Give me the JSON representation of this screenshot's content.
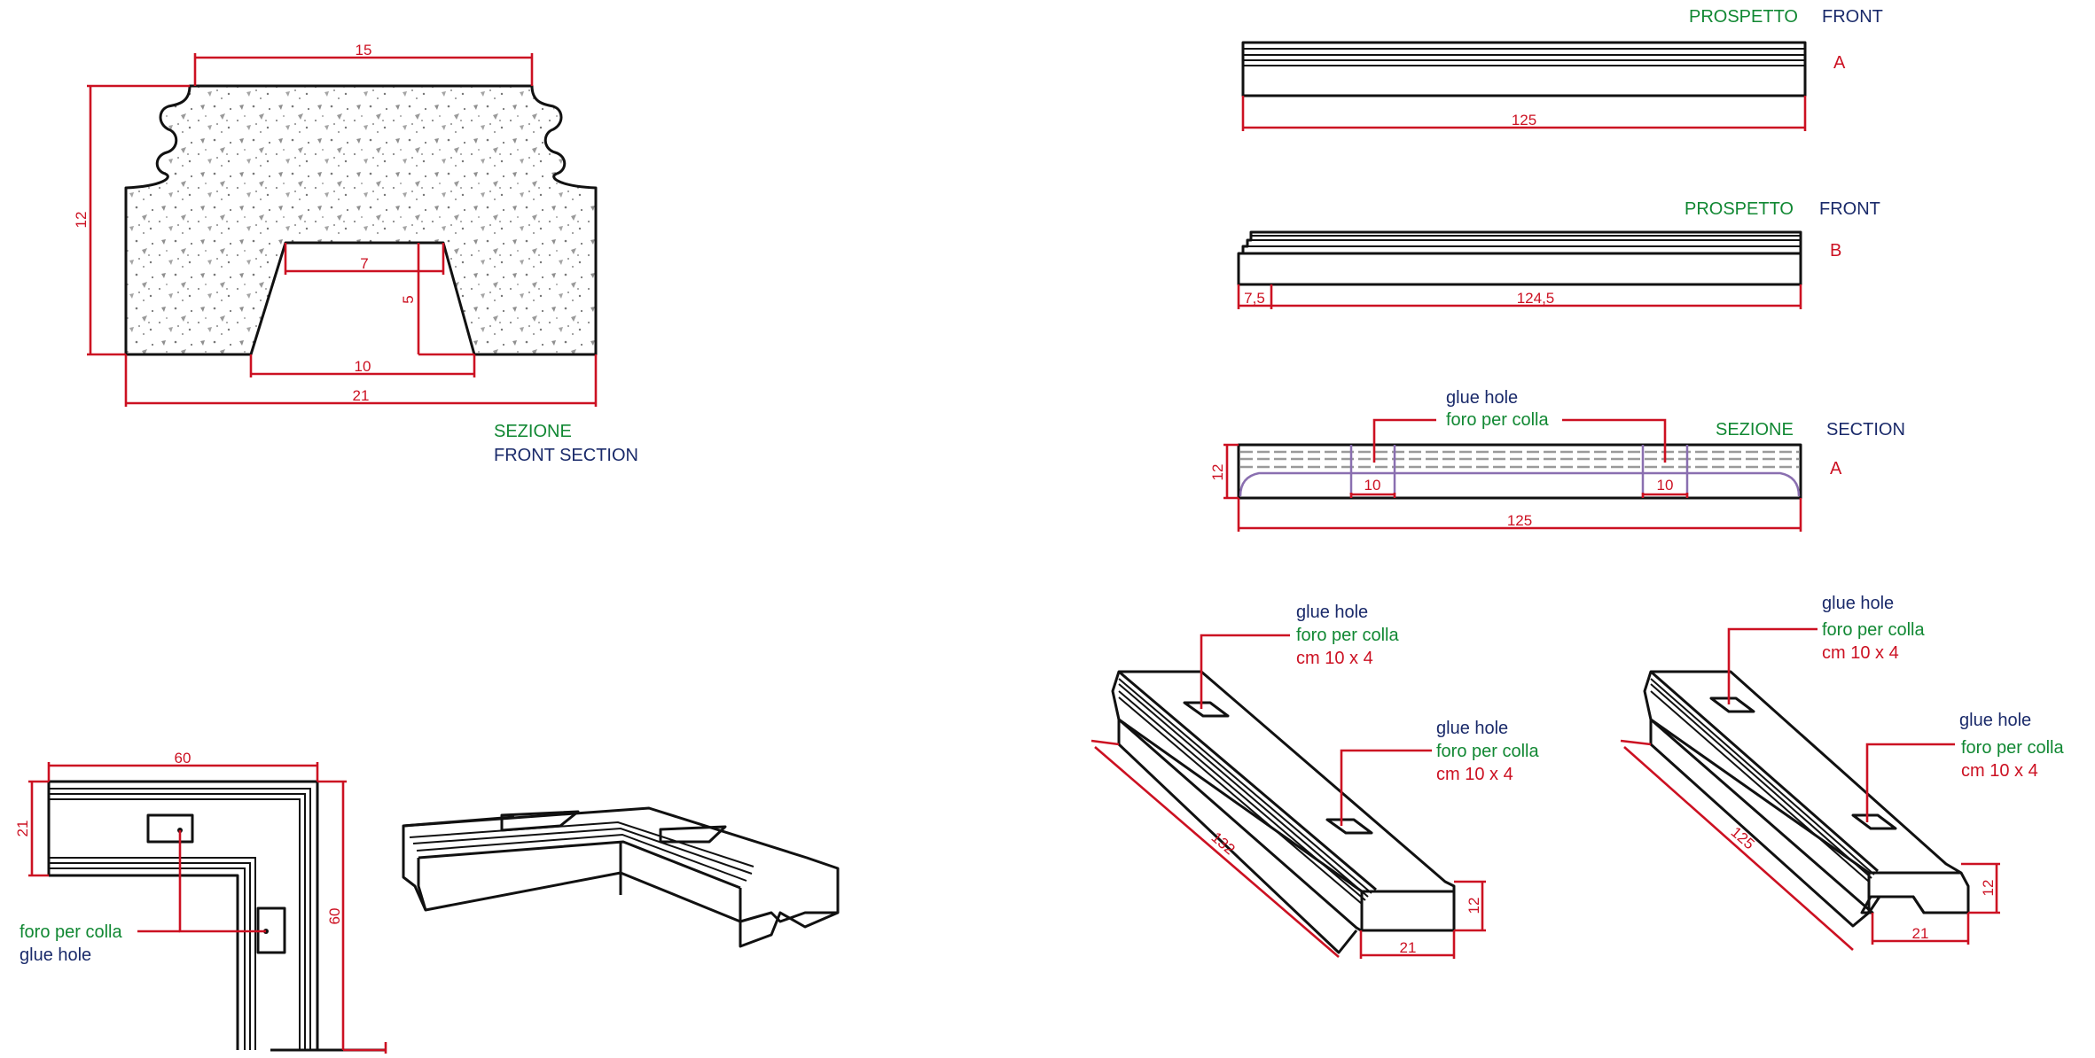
{
  "section": {
    "dims": {
      "top": "15",
      "height": "12",
      "inner_top": "7",
      "inner_height": "5",
      "inner_bottom": "10",
      "bottom": "21"
    },
    "title_it": "SEZIONE",
    "title_en": "FRONT SECTION"
  },
  "front_a": {
    "label_it": "PROSPETTO",
    "label_en": "FRONT",
    "tag": "A",
    "length": "125"
  },
  "front_b": {
    "label_it": "PROSPETTO",
    "label_en": "FRONT",
    "tag": "B",
    "left": "7,5",
    "length": "124,5"
  },
  "section_a": {
    "label_it": "SEZIONE",
    "label_en": "SECTION",
    "tag": "A",
    "hole_en": "glue hole",
    "hole_it": "foro per colla",
    "height": "12",
    "hole_left": "10",
    "hole_right": "10",
    "length": "125"
  },
  "corner": {
    "width": "60",
    "depth": "21",
    "side": "60",
    "hole_it": "foro per colla",
    "hole_en": "glue hole"
  },
  "iso_left": {
    "hole1_en": "glue hole",
    "hole1_it": "foro per colla",
    "hole1_size": "cm 10 x 4",
    "hole2_en": "glue hole",
    "hole2_it": "foro per colla",
    "hole2_size": "cm 10 x 4",
    "length": "132",
    "height": "12",
    "width": "21"
  },
  "iso_right": {
    "hole1_en": "glue hole",
    "hole1_it": "foro per colla",
    "hole1_size": "cm 10 x 4",
    "hole2_en": "glue hole",
    "hole2_it": "foro per colla",
    "hole2_size": "cm 10 x 4",
    "length": "125",
    "height": "12",
    "width": "21"
  },
  "colors": {
    "dimension": "#cc1122",
    "italian_label": "#118833",
    "english_label": "#1a2a6a",
    "outline": "#111111"
  }
}
